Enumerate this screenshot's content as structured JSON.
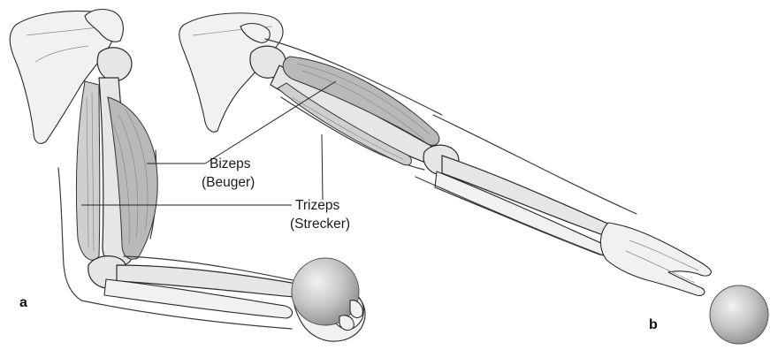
{
  "labels": {
    "biceps_name": "Bizeps",
    "biceps_desc": "(Beuger)",
    "triceps_name": "Trizeps",
    "triceps_desc": "(Strecker)",
    "panel_a": "a",
    "panel_b": "b"
  },
  "colors": {
    "bone": "#e6e6e6",
    "muscle": "#cfcfcf",
    "ball": "#bdbdbd",
    "outline": "#2a2a2a"
  }
}
